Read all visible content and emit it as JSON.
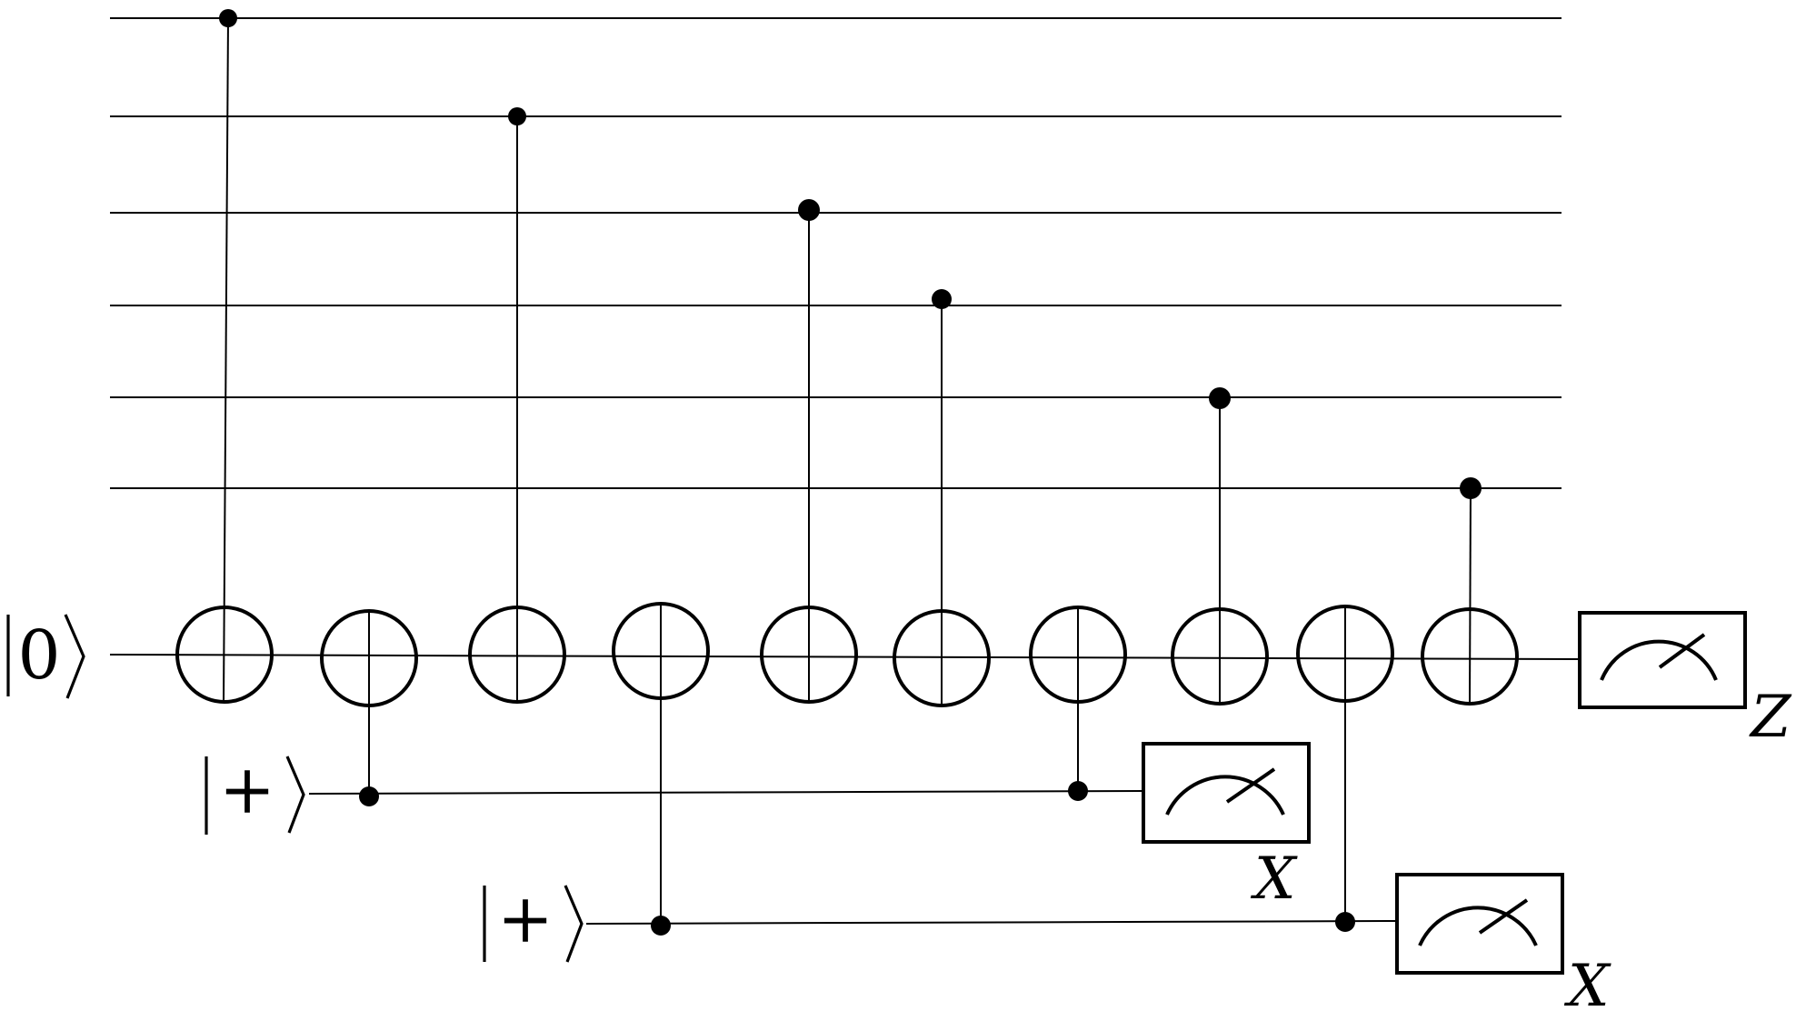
{
  "diagram": {
    "type": "quantum-circuit",
    "colors": {
      "line": "#000000",
      "background": "#ffffff"
    },
    "data_wires": 6,
    "ancilla_main": {
      "input_symbol": "0",
      "measure_basis": "Z"
    },
    "ancilla_1": {
      "input_symbol": "+",
      "measure_basis": "X"
    },
    "ancilla_2": {
      "input_symbol": "+",
      "measure_basis": "X"
    },
    "gates": [
      {
        "type": "cnot",
        "control": "data-1",
        "target": "ancilla-main"
      },
      {
        "type": "cnot",
        "control": "ancilla-1",
        "target": "ancilla-main"
      },
      {
        "type": "cnot",
        "control": "data-2",
        "target": "ancilla-main"
      },
      {
        "type": "cnot",
        "control": "ancilla-2",
        "target": "ancilla-main"
      },
      {
        "type": "cnot",
        "control": "data-3",
        "target": "ancilla-main"
      },
      {
        "type": "cnot",
        "control": "data-4",
        "target": "ancilla-main"
      },
      {
        "type": "cnot",
        "control": "ancilla-1",
        "target": "ancilla-main"
      },
      {
        "type": "cnot",
        "control": "data-5",
        "target": "ancilla-main"
      },
      {
        "type": "cnot",
        "control": "ancilla-2",
        "target": "ancilla-main"
      },
      {
        "type": "cnot",
        "control": "data-6",
        "target": "ancilla-main"
      }
    ]
  }
}
